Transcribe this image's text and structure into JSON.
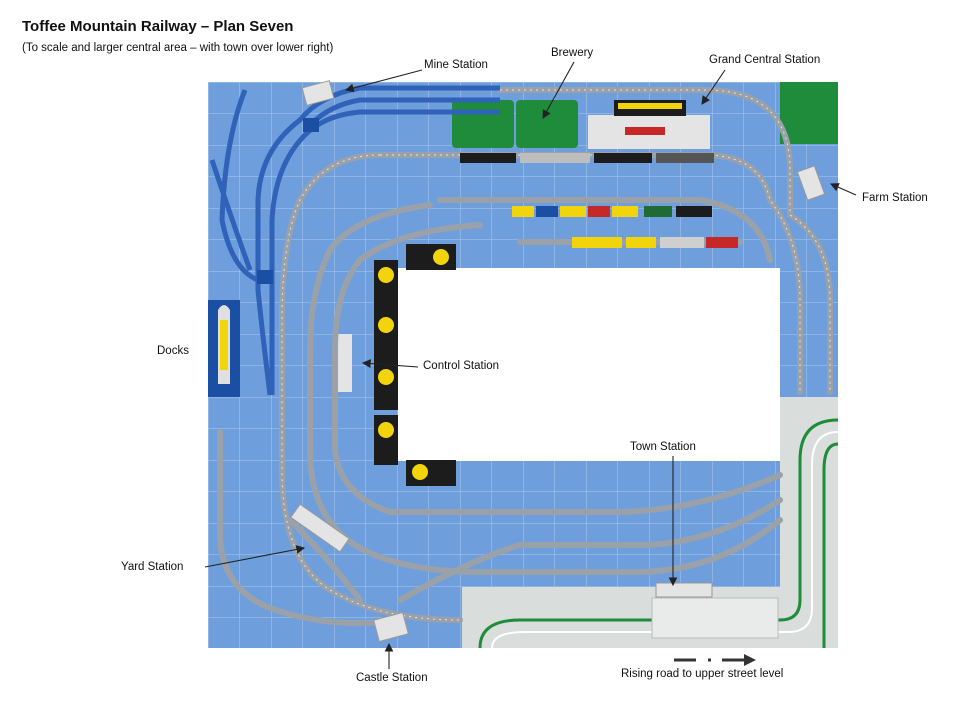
{
  "title": "Toffee Mountain Railway – Plan Seven",
  "subtitle": "(To scale and larger central area – with town over lower right)",
  "labels": {
    "mine_station": "Mine Station",
    "brewery": "Brewery",
    "grand_central_station": "Grand Central Station",
    "farm_station": "Farm Station",
    "docks": "Docks",
    "control_station": "Control Station",
    "town_station": "Town Station",
    "yard_station": "Yard Station",
    "castle_station": "Castle Station",
    "rising_road": "Rising road to upper street level"
  },
  "colors": {
    "baseplate_blue": "#6e9fdc",
    "grid_line": "#a9c8ee",
    "track_grey": "#9aa1a9",
    "blue_track": "#2f62b8",
    "green": "#1e8c3a",
    "road_grey": "#d9dddb",
    "black": "#1c1c1c",
    "yellow": "#f2d40d"
  }
}
